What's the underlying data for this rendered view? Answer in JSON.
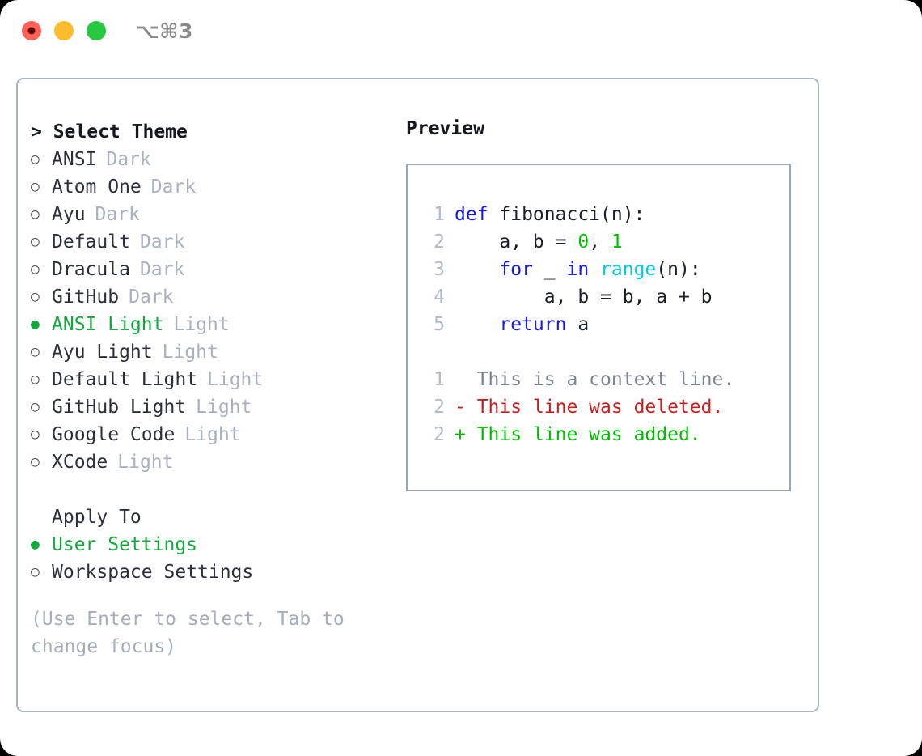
{
  "titlebar": {
    "shortcut": "⌥⌘3",
    "buttons": [
      {
        "name": "close",
        "color": "#ff6058"
      },
      {
        "name": "minimize",
        "color": "#ffbd2e"
      },
      {
        "name": "maximize",
        "color": "#28c840"
      }
    ]
  },
  "theme_picker": {
    "header": "> Select Theme",
    "items": [
      {
        "marker": "○",
        "label": "ANSI",
        "tag": "Dark",
        "selected": false
      },
      {
        "marker": "○",
        "label": "Atom One",
        "tag": "Dark",
        "selected": false
      },
      {
        "marker": "○",
        "label": "Ayu",
        "tag": "Dark",
        "selected": false
      },
      {
        "marker": "○",
        "label": "Default",
        "tag": "Dark",
        "selected": false
      },
      {
        "marker": "○",
        "label": "Dracula",
        "tag": "Dark",
        "selected": false
      },
      {
        "marker": "○",
        "label": "GitHub",
        "tag": "Dark",
        "selected": false
      },
      {
        "marker": "●",
        "label": "ANSI Light",
        "tag": "Light",
        "selected": true
      },
      {
        "marker": "○",
        "label": "Ayu Light",
        "tag": "Light",
        "selected": false
      },
      {
        "marker": "○",
        "label": "Default Light",
        "tag": "Light",
        "selected": false
      },
      {
        "marker": "○",
        "label": "GitHub Light",
        "tag": "Light",
        "selected": false
      },
      {
        "marker": "○",
        "label": "Google Code",
        "tag": "Light",
        "selected": false
      },
      {
        "marker": "○",
        "label": "XCode",
        "tag": "Light",
        "selected": false
      }
    ]
  },
  "apply_to": {
    "header": "Apply To",
    "items": [
      {
        "marker": "●",
        "label": "User Settings",
        "selected": true
      },
      {
        "marker": "○",
        "label": "Workspace Settings",
        "selected": false
      }
    ]
  },
  "hint": "(Use Enter to select, Tab to change focus)",
  "preview": {
    "title": "Preview",
    "code_lines": [
      {
        "n": "1",
        "tokens": [
          {
            "t": "def",
            "c": "kw"
          },
          {
            "t": " fibonacci(n):",
            "c": "plain"
          }
        ]
      },
      {
        "n": "2",
        "tokens": [
          {
            "t": "    a, b = ",
            "c": "plain"
          },
          {
            "t": "0",
            "c": "num"
          },
          {
            "t": ", ",
            "c": "plain"
          },
          {
            "t": "1",
            "c": "num"
          }
        ]
      },
      {
        "n": "3",
        "tokens": [
          {
            "t": "    ",
            "c": "plain"
          },
          {
            "t": "for",
            "c": "kw"
          },
          {
            "t": " _ ",
            "c": "plain"
          },
          {
            "t": "in",
            "c": "kw"
          },
          {
            "t": " ",
            "c": "plain"
          },
          {
            "t": "range",
            "c": "fn"
          },
          {
            "t": "(n):",
            "c": "plain"
          }
        ]
      },
      {
        "n": "4",
        "tokens": [
          {
            "t": "        a, b = b, a + b",
            "c": "plain"
          }
        ]
      },
      {
        "n": "5",
        "tokens": [
          {
            "t": "    ",
            "c": "plain"
          },
          {
            "t": "return",
            "c": "kw"
          },
          {
            "t": " a",
            "c": "plain"
          }
        ]
      }
    ],
    "diff_lines": [
      {
        "n": "1",
        "sign": " ",
        "text": " This is a context line.",
        "kind": "ctx"
      },
      {
        "n": "2",
        "sign": "-",
        "text": " This line was deleted.",
        "kind": "del"
      },
      {
        "n": "2",
        "sign": "+",
        "text": " This line was added.",
        "kind": "add"
      }
    ]
  },
  "colors": {
    "accent_green": "#13a93c",
    "keyword_blue": "#1919e6",
    "function_cyan": "#00ccdd",
    "number_green": "#00c000",
    "diff_add": "#00bb00",
    "diff_del": "#c42020",
    "muted": "#a9b1c0",
    "border": "#aab3c2"
  }
}
